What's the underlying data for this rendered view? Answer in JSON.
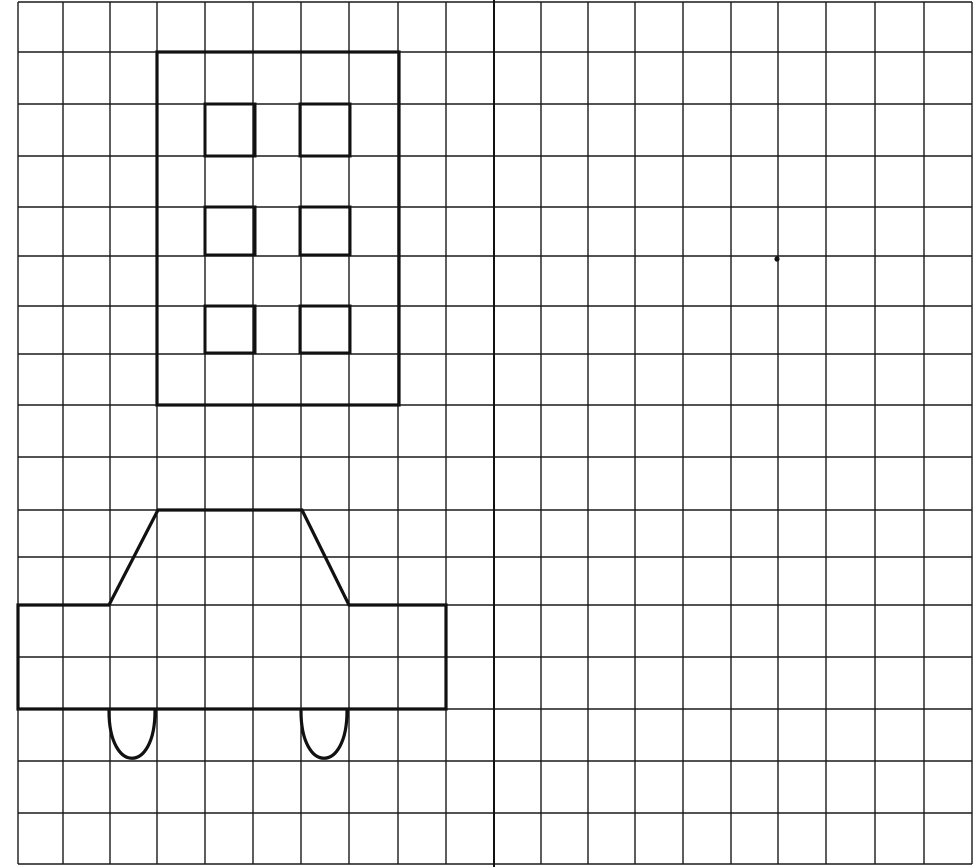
{
  "worksheet": {
    "type": "grid-drawing-exercise",
    "grid": {
      "columns": 20,
      "rows": 17
    },
    "left_panel_figures": [
      "building-with-windows",
      "car"
    ],
    "right_panel": "empty-grid-for-copying",
    "colors": {
      "ink": "#111111",
      "paper": "#ffffff"
    }
  }
}
